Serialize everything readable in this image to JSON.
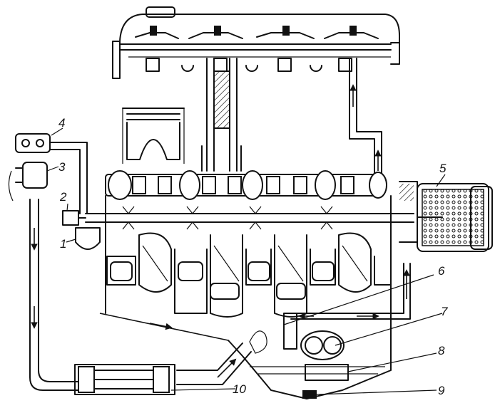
{
  "callouts": [
    "1",
    "2",
    "3",
    "4",
    "5",
    "6",
    "7",
    "8",
    "9",
    "10"
  ],
  "colors": {
    "ink": "#111111",
    "paper": "#ffffff"
  }
}
